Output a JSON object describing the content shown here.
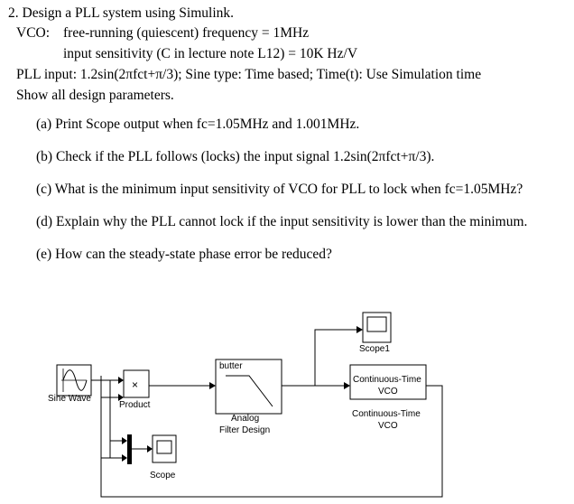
{
  "problem": {
    "heading": "2. Design a PLL system using Simulink.",
    "vco_label": "VCO:",
    "vco_freq": "free-running (quiescent) frequency = 1MHz",
    "vco_sens": "input sensitivity (C in lecture note L12) = 10K Hz/V",
    "pll_input": "PLL input: 1.2sin(2πfct+π/3); Sine type: Time based; Time(t): Use Simulation time",
    "show_params": "Show all design parameters.",
    "parts": [
      "(a) Print Scope output when fc=1.05MHz and 1.001MHz.",
      "(b) Check if the PLL follows (locks) the input signal 1.2sin(2πfct+π/3).",
      "(c) What is the minimum input sensitivity of VCO for PLL to lock when fc=1.05MHz?",
      "(d) Explain why the PLL cannot lock if the input sensitivity is lower than the minimum.",
      "(e) How can the steady-state phase error be reduced?"
    ]
  },
  "diagram": {
    "sine_wave_label": "Sine Wave",
    "product_symbol": "×",
    "product_label": "Product",
    "filter_text": "butter",
    "filter_label_1": "Analog",
    "filter_label_2": "Filter Design",
    "scope1_label": "Scope1",
    "vco_block_1": "Continuous-Time",
    "vco_block_2": "VCO",
    "vco_label_1": "Continuous-Time",
    "vco_label_2": "VCO",
    "scope_label": "Scope"
  }
}
